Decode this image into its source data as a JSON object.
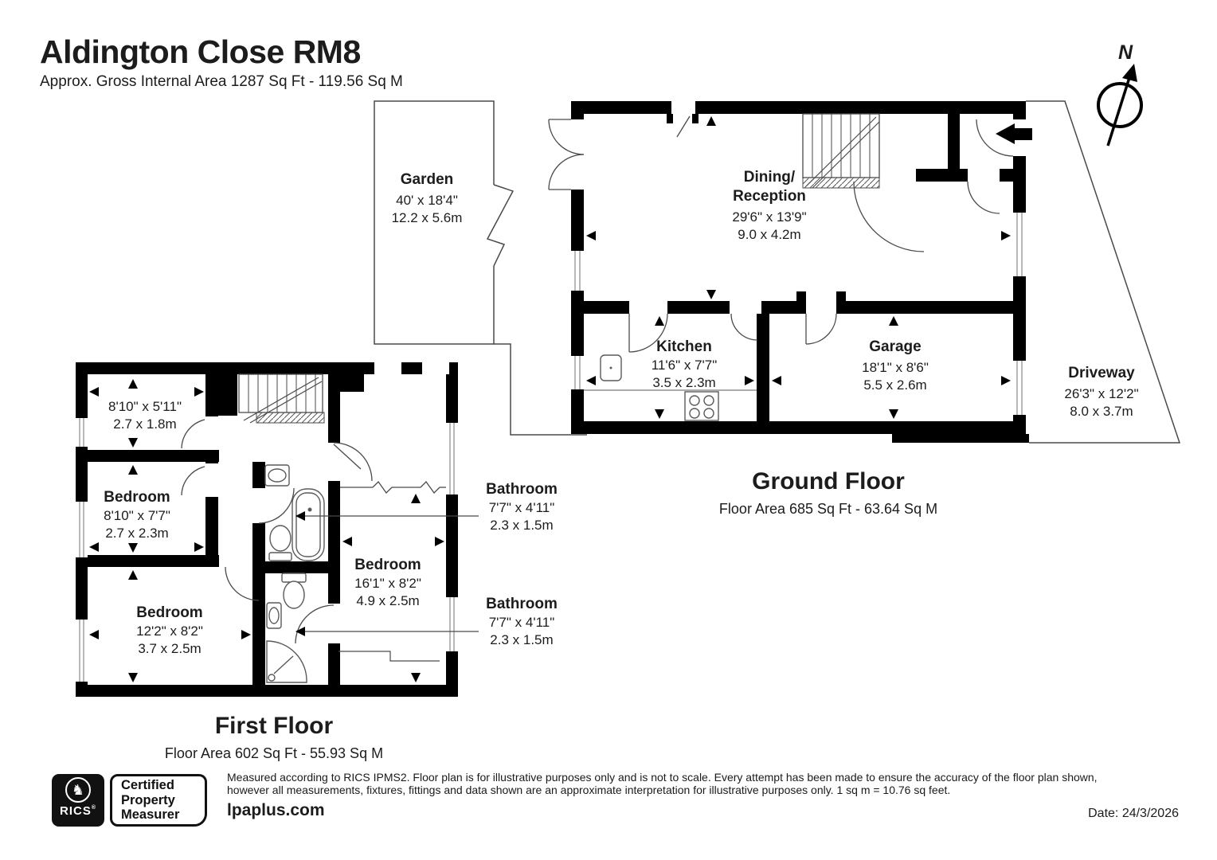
{
  "header": {
    "title": "Aldington Close RM8",
    "subtitle": "Approx. Gross Internal Area 1287 Sq Ft - 119.56 Sq M"
  },
  "compass": {
    "north": "N"
  },
  "ground_floor": {
    "heading": "Ground Floor",
    "area_line": "Floor Area 685 Sq Ft - 63.64 Sq M",
    "rooms": {
      "garden": {
        "name": "Garden",
        "imperial": "40' x 18'4\"",
        "metric": "12.2 x 5.6m"
      },
      "dining": {
        "name_line1": "Dining/",
        "name_line2": "Reception",
        "imperial": "29'6\" x 13'9\"",
        "metric": "9.0 x 4.2m"
      },
      "kitchen": {
        "name": "Kitchen",
        "imperial": "11'6\" x 7'7\"",
        "metric": "3.5 x 2.3m"
      },
      "garage": {
        "name": "Garage",
        "imperial": "18'1\" x 8'6\"",
        "metric": "5.5 x 2.6m"
      },
      "driveway": {
        "name": "Driveway",
        "imperial": "26'3\" x 12'2\"",
        "metric": "8.0 x 3.7m"
      }
    }
  },
  "first_floor": {
    "heading": "First Floor",
    "area_line": "Floor Area 602 Sq Ft - 55.93 Sq M",
    "rooms": {
      "store": {
        "imperial": "8'10\" x 5'11\"",
        "metric": "2.7 x 1.8m"
      },
      "bedroom1": {
        "name": "Bedroom",
        "imperial": "8'10\" x 7'7\"",
        "metric": "2.7 x 2.3m"
      },
      "bedroom2": {
        "name": "Bedroom",
        "imperial": "12'2\" x 8'2\"",
        "metric": "3.7 x 2.5m"
      },
      "bedroom3": {
        "name": "Bedroom",
        "imperial": "16'1\" x 8'2\"",
        "metric": "4.9 x 2.5m"
      },
      "bathroom1": {
        "name": "Bathroom",
        "imperial": "7'7\" x 4'11\"",
        "metric": "2.3 x 1.5m"
      },
      "bathroom2": {
        "name": "Bathroom",
        "imperial": "7'7\" x 4'11\"",
        "metric": "2.3 x 1.5m"
      }
    }
  },
  "footer": {
    "rics_label": "RICS",
    "rics_reg": "®",
    "badge": {
      "line1": "Certified",
      "line2": "Property",
      "line3": "Measurer"
    },
    "disclaimer_line1": "Measured according to RICS IPMS2. Floor plan is for illustrative purposes only and is not to scale. Every attempt has been made to ensure the accuracy of the floor plan shown,",
    "disclaimer_line2": "however all measurements, fixtures, fittings and data shown are an approximate interpretation for illustrative purposes only. 1 sq m = 10.76 sq feet.",
    "website": "lpaplus.com",
    "date": "Date: 24/3/2026"
  }
}
